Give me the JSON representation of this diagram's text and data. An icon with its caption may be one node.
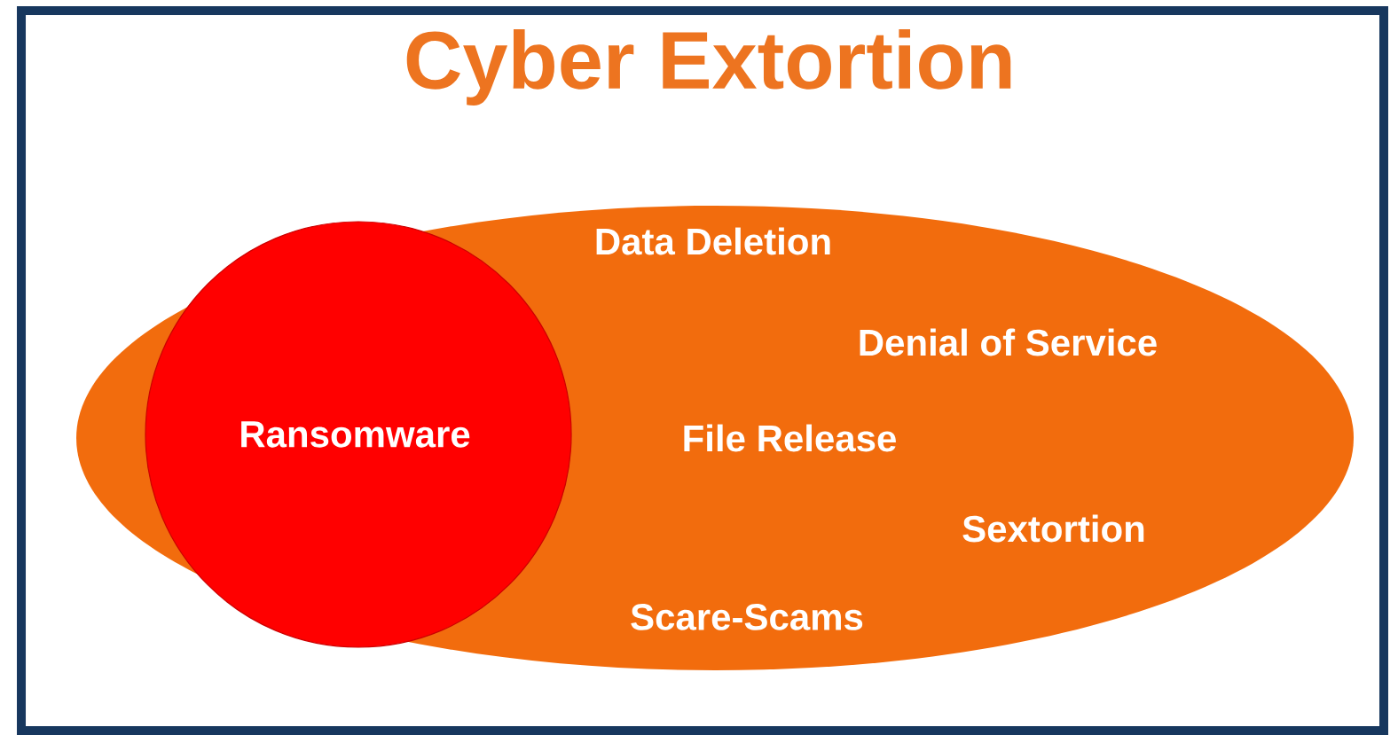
{
  "diagram": {
    "title": "Cyber Extortion",
    "nodes": [
      {
        "text": [
          "Data Deletion",
          "Denial of Service",
          "File Release",
          "Sextortion",
          "Scare-Scams"
        ]
      },
      {
        "text": [
          "Ransomware"
        ],
        "in": 0
      }
    ]
  }
}
